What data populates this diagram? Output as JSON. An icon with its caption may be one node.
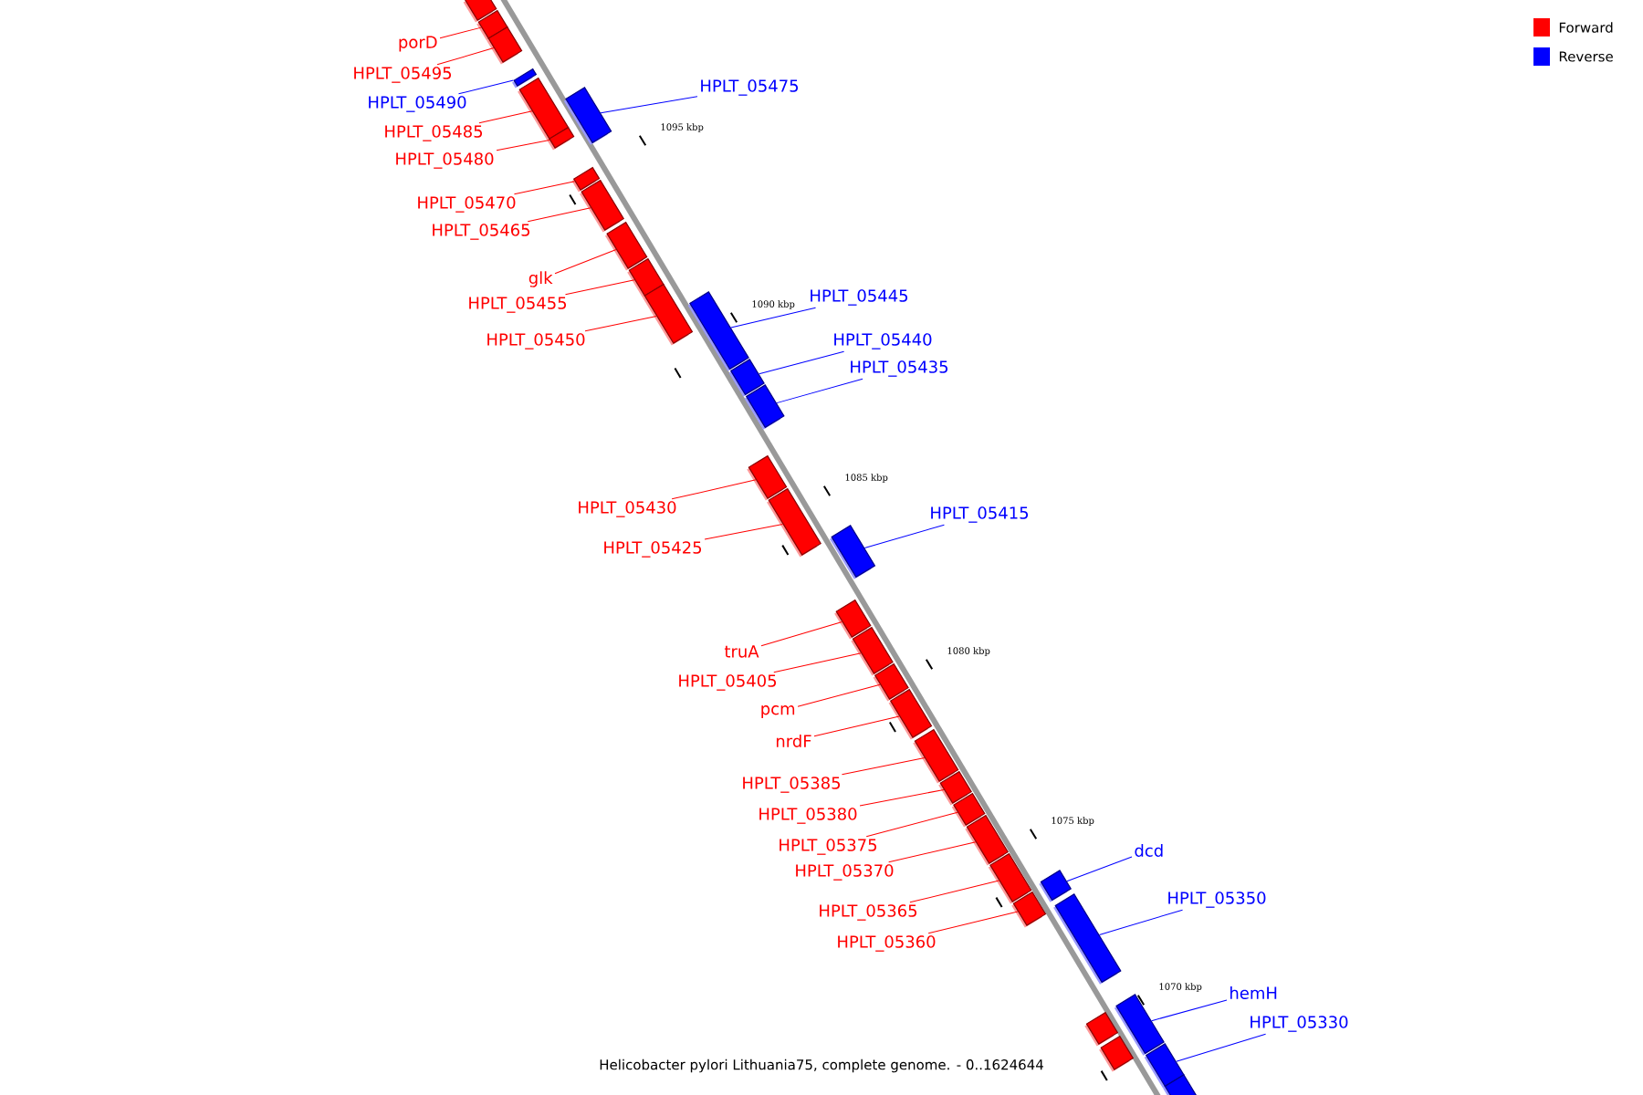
{
  "diagram": {
    "caption": "Helicobacter pylori Lithuania75, complete genome. - 0..1624644",
    "nodes": [
      {
        "text": [
          "porD"
        ]
      },
      {
        "text": [],
        "shape": "bar"
      },
      {
        "text": [
          "HPLT_05495"
        ]
      },
      {
        "text": [],
        "shape": "bar"
      },
      {
        "text": [
          "HPLT_05475"
        ]
      },
      {
        "text": [],
        "shape": "bar"
      },
      {
        "text": [
          "HPLT_05490"
        ]
      },
      {
        "text": [],
        "shape": "bar"
      },
      {
        "text": [
          "HPLT_05485"
        ]
      },
      {
        "text": [],
        "shape": "bar"
      },
      {
        "text": [
          "HPLT_05480"
        ]
      },
      {
        "text": [],
        "shape": "bar"
      },
      {
        "text": [
          "HPLT_05470"
        ]
      },
      {
        "text": [],
        "shape": "bar"
      },
      {
        "text": [
          "HPLT_05465"
        ]
      },
      {
        "text": [],
        "shape": "bar"
      },
      {
        "text": [
          "glk"
        ]
      },
      {
        "text": [],
        "shape": "bar"
      },
      {
        "text": [
          "HPLT_05445"
        ]
      },
      {
        "text": [],
        "shape": "bar"
      },
      {
        "text": [
          "HPLT_05455"
        ]
      },
      {
        "text": [],
        "shape": "bar"
      },
      {
        "text": [
          "HPLT_05450"
        ]
      },
      {
        "text": [],
        "shape": "bar"
      },
      {
        "text": [
          "HPLT_05440"
        ]
      },
      {
        "text": [],
        "shape": "bar"
      },
      {
        "text": [
          "HPLT_05435"
        ]
      },
      {
        "text": [],
        "shape": "bar"
      },
      {
        "text": [
          "HPLT_05430"
        ]
      },
      {
        "text": [],
        "shape": "bar"
      },
      {
        "text": [
          "HPLT_05415"
        ]
      },
      {
        "text": [],
        "shape": "bar"
      },
      {
        "text": [
          "HPLT_05425"
        ]
      },
      {
        "text": [],
        "shape": "bar"
      },
      {
        "text": [
          "truA"
        ]
      },
      {
        "text": [],
        "shape": "bar"
      },
      {
        "text": [
          "HPLT_05405"
        ]
      },
      {
        "text": [],
        "shape": "bar"
      },
      {
        "text": [
          "pcm"
        ]
      },
      {
        "text": [],
        "shape": "bar"
      },
      {
        "text": [
          "nrdF"
        ]
      },
      {
        "text": [],
        "shape": "bar"
      },
      {
        "text": [
          "HPLT_05385"
        ]
      },
      {
        "text": [],
        "shape": "bar"
      },
      {
        "text": [
          "HPLT_05380"
        ]
      },
      {
        "text": [],
        "shape": "bar"
      },
      {
        "text": [
          "HPLT_05375"
        ]
      },
      {
        "text": [],
        "shape": "bar"
      },
      {
        "text": [
          "dcd"
        ]
      },
      {
        "text": [],
        "shape": "bar"
      },
      {
        "text": [
          "HPLT_05370"
        ]
      },
      {
        "text": [],
        "shape": "bar"
      },
      {
        "text": [
          "HPLT_05350"
        ]
      },
      {
        "text": [],
        "shape": "bar"
      },
      {
        "text": [
          "HPLT_05365"
        ]
      },
      {
        "text": [],
        "shape": "bar"
      },
      {
        "text": [
          "HPLT_05360"
        ]
      },
      {
        "text": [],
        "shape": "bar"
      },
      {
        "text": [
          "hemH"
        ]
      },
      {
        "text": [],
        "shape": "bar"
      },
      {
        "text": [
          "HPLT_05330"
        ]
      },
      {
        "text": [],
        "shape": "bar"
      },
      {
        "text": [],
        "shape": "bar"
      },
      {
        "text": [],
        "shape": "bar"
      },
      {
        "text": [],
        "shape": "bar"
      },
      {
        "text": [],
        "shape": "bar"
      }
    ],
    "edges": [
      {
        "from": 0,
        "to": 1,
        "arrow": "none"
      },
      {
        "from": 2,
        "to": 3,
        "arrow": "none"
      },
      {
        "from": 4,
        "to": 5,
        "arrow": "none",
        "color": "#0000ff"
      },
      {
        "from": 6,
        "to": 7,
        "arrow": "none",
        "color": "#0000ff"
      },
      {
        "from": 8,
        "to": 9,
        "arrow": "none"
      },
      {
        "from": 10,
        "to": 11,
        "arrow": "none"
      },
      {
        "from": 12,
        "to": 13,
        "arrow": "none"
      },
      {
        "from": 14,
        "to": 15,
        "arrow": "none"
      },
      {
        "from": 16,
        "to": 17,
        "arrow": "none"
      },
      {
        "from": 18,
        "to": 19,
        "arrow": "none",
        "color": "#0000ff"
      },
      {
        "from": 20,
        "to": 21,
        "arrow": "none"
      },
      {
        "from": 22,
        "to": 23,
        "arrow": "none"
      },
      {
        "from": 24,
        "to": 25,
        "arrow": "none",
        "color": "#0000ff"
      },
      {
        "from": 26,
        "to": 27,
        "arrow": "none",
        "color": "#0000ff"
      },
      {
        "from": 28,
        "to": 29,
        "arrow": "none"
      },
      {
        "from": 30,
        "to": 31,
        "arrow": "none",
        "color": "#0000ff"
      },
      {
        "from": 32,
        "to": 33,
        "arrow": "none"
      },
      {
        "from": 34,
        "to": 35,
        "arrow": "none"
      },
      {
        "from": 36,
        "to": 37,
        "arrow": "none"
      },
      {
        "from": 38,
        "to": 39,
        "arrow": "none"
      },
      {
        "from": 40,
        "to": 41,
        "arrow": "none"
      },
      {
        "from": 42,
        "to": 43,
        "arrow": "none"
      },
      {
        "from": 44,
        "to": 45,
        "arrow": "none"
      },
      {
        "from": 46,
        "to": 47,
        "arrow": "none"
      },
      {
        "from": 48,
        "to": 49,
        "arrow": "none",
        "color": "#0000ff"
      },
      {
        "from": 50,
        "to": 51,
        "arrow": "none"
      },
      {
        "from": 52,
        "to": 53,
        "arrow": "none",
        "color": "#0000ff"
      },
      {
        "from": 54,
        "to": 55,
        "arrow": "none"
      },
      {
        "from": 56,
        "to": 57,
        "arrow": "none"
      },
      {
        "from": 58,
        "to": 59,
        "arrow": "none",
        "color": "#0000ff"
      },
      {
        "from": 60,
        "to": 61,
        "arrow": "none",
        "color": "#0000ff"
      }
    ],
    "labels": [
      "1095 kbp",
      "1090 kbp",
      "1085 kbp",
      "1080 kbp",
      "1075 kbp",
      "1070 kbp"
    ],
    "legend": [
      {
        "text": "Forward",
        "color": "#ff0000"
      },
      {
        "text": "Reverse",
        "color": "#0000ff"
      }
    ]
  }
}
